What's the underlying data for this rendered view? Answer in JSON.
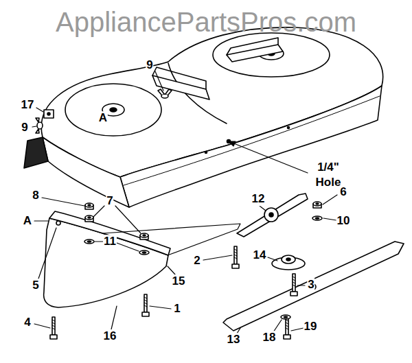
{
  "diagram": {
    "labels": [
      "AppliancePartsPros.com",
      "9",
      "17",
      "A",
      "9",
      "1/4\" Hole",
      "8",
      "7",
      "A",
      "12",
      "6",
      "10",
      "11",
      "2",
      "14",
      "5",
      "15",
      "3",
      "4",
      "1",
      "19",
      "16",
      "13",
      "18"
    ]
  }
}
